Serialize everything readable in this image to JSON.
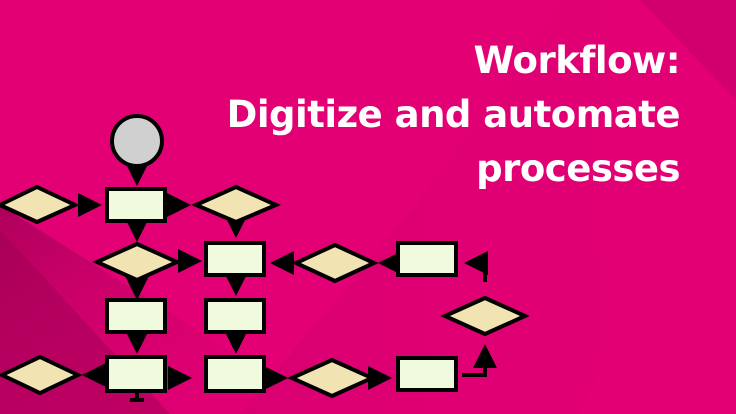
{
  "title": {
    "lines": [
      "Workflow:",
      "Digitize and automate",
      "processes"
    ]
  },
  "colors": {
    "background": "#e20074",
    "background_shade": "#b8005e",
    "process_fill": "#f0fadc",
    "decision_fill": "#f2e3b3",
    "start_fill": "#d0d0d0",
    "stroke": "#000000",
    "text": "#ffffff"
  },
  "diagram": {
    "start_node": "start-circle",
    "process_boxes": 8,
    "decision_diamonds": 7
  }
}
